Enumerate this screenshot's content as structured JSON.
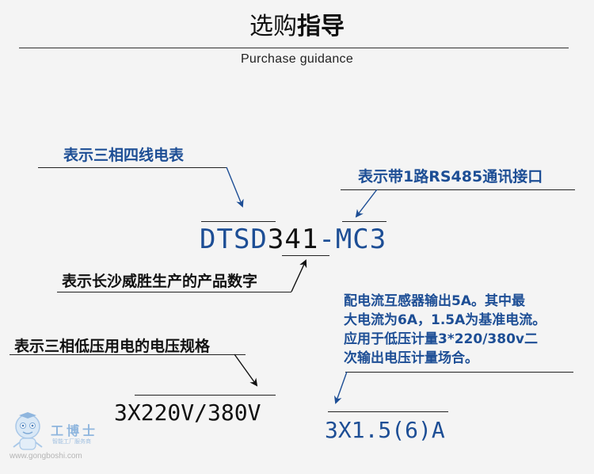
{
  "header": {
    "title_part1": "选购",
    "title_part2": "指导",
    "subtitle": "Purchase guidance"
  },
  "labels": {
    "three_phase_four_wire": "表示三相四线电表",
    "rs485": "表示带1路RS485通讯接口",
    "product_number": "表示长沙威胜生产的产品数字",
    "voltage_spec": "表示三相低压用电的电压规格"
  },
  "model": {
    "prefix": "DTSD",
    "number": "341",
    "dash": "-",
    "suffix": "MC3"
  },
  "voltage": {
    "value": "3X220V/380V"
  },
  "current": {
    "note_lines": [
      "配电流互感器输出5A。其中最",
      "大电流为6A，1.5A为基准电流。",
      "应用于低压计量3*220/380v二",
      "次输出电压计量场合。"
    ],
    "value": "3X1.5(6)A"
  },
  "watermark": {
    "brand": "工博士",
    "tagline": "智能工厂服务商",
    "url": "www.gongboshi.com"
  },
  "colors": {
    "accent_blue": "#1d4e95",
    "text_black": "#111111",
    "background": "#f4f4f4"
  }
}
